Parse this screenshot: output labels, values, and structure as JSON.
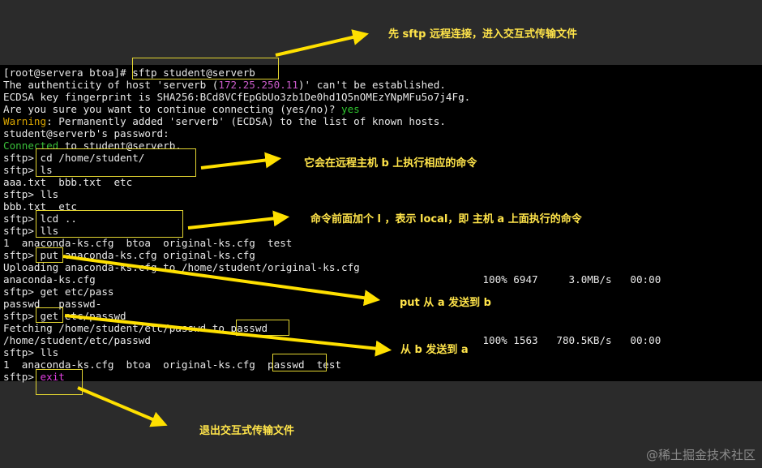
{
  "terminal": {
    "lines": [
      {
        "segments": [
          {
            "text": "[root@servera btoa]# sftp student@serverb"
          }
        ]
      },
      {
        "segments": [
          {
            "text": "The authenticity of host 'serverb ("
          },
          {
            "text": "172.25.250.11",
            "cls": "c-ip"
          },
          {
            "text": ")' can't be established."
          }
        ]
      },
      {
        "segments": [
          {
            "text": "ECDSA key fingerprint is SHA256:BCd8VCfEpGbUo3zb1De0hd1Q5nOMEzYNpMFu5o7j4Fg."
          }
        ]
      },
      {
        "segments": [
          {
            "text": "Are you sure you want to continue connecting (yes/no)? "
          },
          {
            "text": "yes",
            "cls": "c-yes"
          }
        ]
      },
      {
        "segments": [
          {
            "text": "Warning",
            "cls": "c-warn"
          },
          {
            "text": ": Permanently added 'serverb' (ECDSA) to the list of known hosts."
          }
        ]
      },
      {
        "segments": [
          {
            "text": "student@serverb's password:"
          }
        ]
      },
      {
        "segments": [
          {
            "text": "Connected",
            "cls": "c-green"
          },
          {
            "text": " to student@serverb."
          }
        ]
      },
      {
        "segments": [
          {
            "text": "sftp> cd /home/student/"
          }
        ]
      },
      {
        "segments": [
          {
            "text": "sftp> ls"
          }
        ]
      },
      {
        "segments": [
          {
            "text": "aaa.txt  bbb.txt  etc"
          }
        ]
      },
      {
        "segments": [
          {
            "text": "sftp> lls"
          }
        ]
      },
      {
        "segments": [
          {
            "text": "bbb.txt  etc"
          }
        ]
      },
      {
        "segments": [
          {
            "text": "sftp> lcd .."
          }
        ]
      },
      {
        "segments": [
          {
            "text": "sftp> lls"
          }
        ]
      },
      {
        "segments": [
          {
            "text": "1  anaconda-ks.cfg  btoa  original-ks.cfg  test"
          }
        ]
      },
      {
        "segments": [
          {
            "text": "sftp> put anaconda-ks.cfg original-ks.cfg"
          }
        ]
      },
      {
        "segments": [
          {
            "text": "Uploading anaconda-ks.cfg to /home/student/original-ks.cfg"
          }
        ]
      },
      {
        "segments": [
          {
            "text": "anaconda-ks.cfg                                                               100% 6947     3.0MB/s   00:00"
          }
        ]
      },
      {
        "segments": [
          {
            "text": "sftp> get etc/pass"
          }
        ]
      },
      {
        "segments": [
          {
            "text": "passwd   passwd-"
          }
        ]
      },
      {
        "segments": [
          {
            "text": "sftp> get etc/passwd"
          }
        ]
      },
      {
        "segments": [
          {
            "text": "Fetching /home/student/etc/passwd to passwd"
          }
        ]
      },
      {
        "segments": [
          {
            "text": "/home/student/etc/passwd                                                      100% 1563   780.5KB/s   00:00"
          }
        ]
      },
      {
        "segments": [
          {
            "text": "sftp> lls"
          }
        ]
      },
      {
        "segments": [
          {
            "text": "1  anaconda-ks.cfg  btoa  original-ks.cfg  passwd  test"
          }
        ]
      },
      {
        "segments": [
          {
            "text": "sftp> "
          },
          {
            "text": "exit",
            "cls": "c-magenta"
          }
        ]
      }
    ]
  },
  "annotations": {
    "note1": "先 sftp 远程连接，进入交互式传输文件",
    "note2": "它会在远程主机 b 上执行相应的命令",
    "note3": "命令前面加个 l ，表示 local，即 主机 a 上面执行的命令",
    "note4": "put 从 a 发送到 b",
    "note5": "从 b 发送到 a",
    "note6": "退出交互式传输文件"
  },
  "watermark": "@稀土掘金技术社区",
  "colors": {
    "highlight": "#e3d531",
    "note": "#ffe44a",
    "prompt_yes": "#2ec42e",
    "warning": "#d8a400",
    "ip": "#c95ac9",
    "exit": "#e040e0"
  }
}
